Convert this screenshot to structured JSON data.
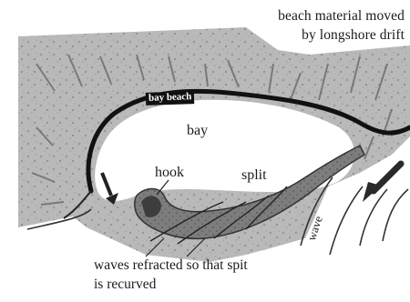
{
  "labels": {
    "top_line1": "beach material moved",
    "top_line2": "by longshore drift",
    "bay_beach": "bay beach",
    "bay": "bay",
    "hook": "hook",
    "spit": "split",
    "wave": "wave",
    "bottom_line1": "waves refracted so that spit",
    "bottom_line2": "is recurved"
  },
  "colors": {
    "land": "#b7b7b7",
    "land_dark": "#8c8c8c",
    "water": "#ffffff",
    "spit": "#7a7a7a",
    "ink": "#1b1b1b"
  },
  "icons": [
    "drift-arrow-icon",
    "wave-arrow-icon"
  ]
}
